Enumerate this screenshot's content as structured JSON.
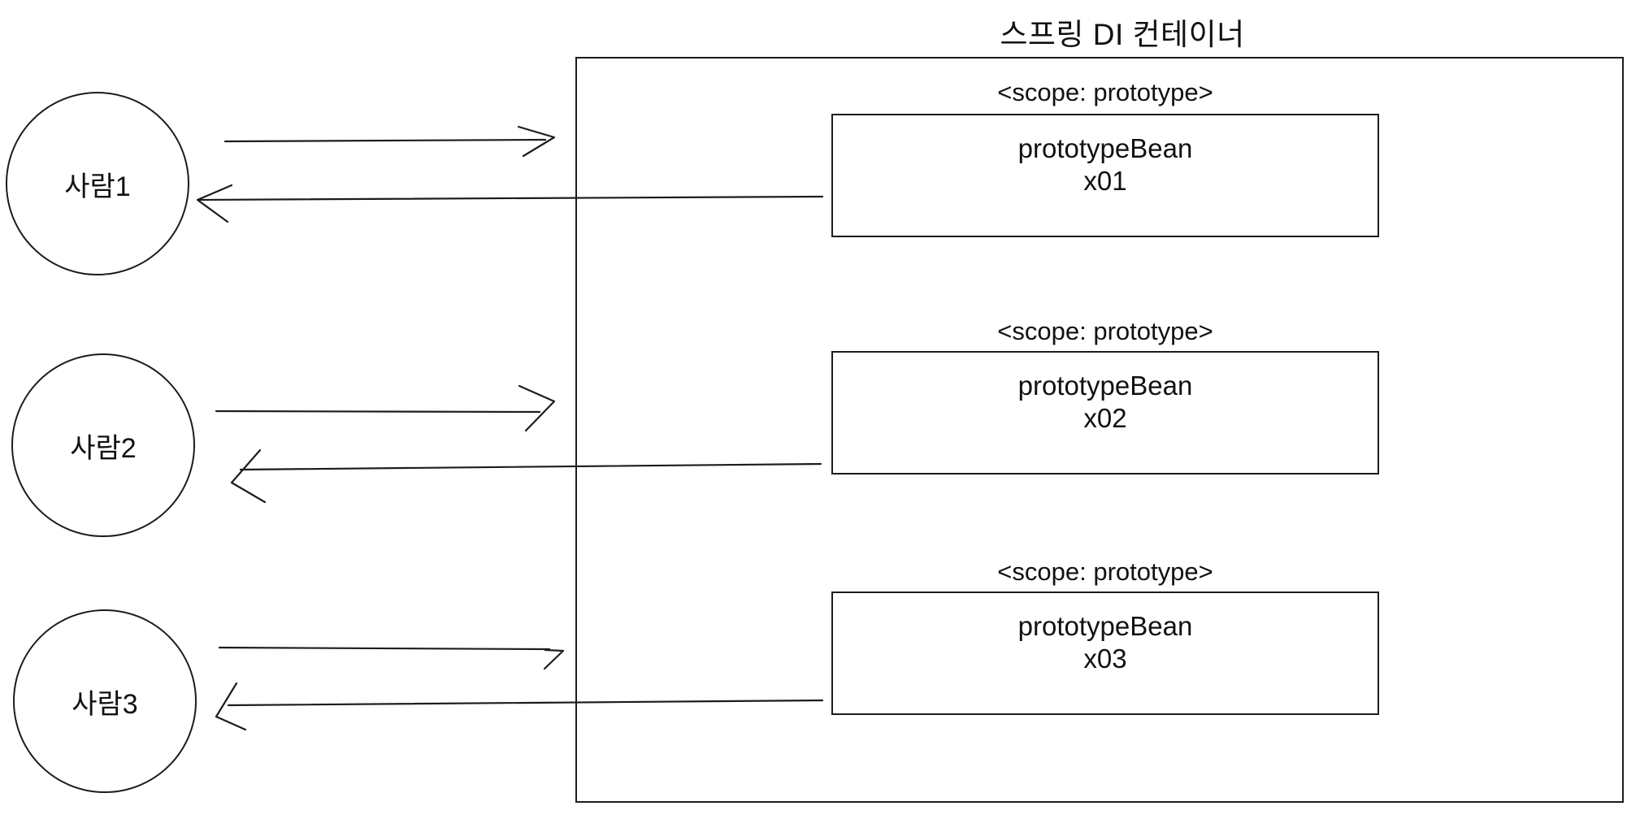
{
  "diagram": {
    "title": "스프링 DI 컨테이너",
    "actors": [
      {
        "label": "사람1"
      },
      {
        "label": "사람2"
      },
      {
        "label": "사람3"
      }
    ],
    "beans": [
      {
        "scope_label": "<scope: prototype>",
        "name": "prototypeBean",
        "instance": "x01"
      },
      {
        "scope_label": "<scope: prototype>",
        "name": "prototypeBean",
        "instance": "x02"
      },
      {
        "scope_label": "<scope: prototype>",
        "name": "prototypeBean",
        "instance": "x03"
      }
    ],
    "colors": {
      "stroke": "#1c1c1c",
      "background": "#ffffff",
      "text": "#111111"
    }
  }
}
